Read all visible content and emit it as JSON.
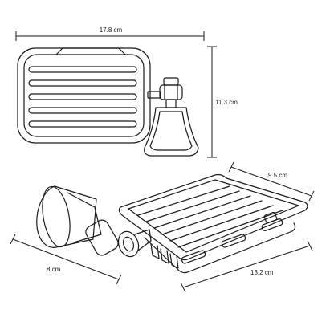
{
  "dimensions": {
    "top_width": "17.8 cm",
    "top_height": "11.3 cm",
    "bottom_depth": "9.5 cm",
    "bottom_projection": "8 cm",
    "bottom_width": "13.2 cm"
  },
  "colors": {
    "line": "#1a1a1a",
    "background": "#ffffff"
  }
}
